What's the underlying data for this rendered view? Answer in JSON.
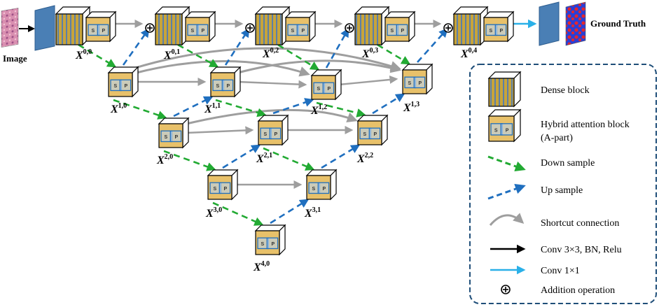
{
  "labels": {
    "image": "Image",
    "ground_truth": "Ground Truth"
  },
  "nodes": [
    {
      "id": "x00",
      "base": "X",
      "sup": "0,0",
      "type": "dense"
    },
    {
      "id": "x01",
      "base": "X",
      "sup": "0,1",
      "type": "dense"
    },
    {
      "id": "x02",
      "base": "X",
      "sup": "0,2",
      "type": "dense"
    },
    {
      "id": "x03",
      "base": "X",
      "sup": "0,3",
      "type": "dense"
    },
    {
      "id": "x04",
      "base": "X",
      "sup": "0,4",
      "type": "dense"
    },
    {
      "id": "x10",
      "base": "X",
      "sup": "1,0",
      "type": "attention"
    },
    {
      "id": "x11",
      "base": "X",
      "sup": "1,1",
      "type": "attention"
    },
    {
      "id": "x12",
      "base": "X",
      "sup": "1,2",
      "type": "attention"
    },
    {
      "id": "x13",
      "base": "X",
      "sup": "1,3",
      "type": "attention"
    },
    {
      "id": "x20",
      "base": "X",
      "sup": "2,0",
      "type": "attention"
    },
    {
      "id": "x21",
      "base": "X",
      "sup": "2,1",
      "type": "attention"
    },
    {
      "id": "x22",
      "base": "X",
      "sup": "2,2",
      "type": "attention"
    },
    {
      "id": "x30",
      "base": "X",
      "sup": "3,0",
      "type": "attention"
    },
    {
      "id": "x31",
      "base": "X",
      "sup": "3,1",
      "type": "attention"
    },
    {
      "id": "x40",
      "base": "X",
      "sup": "4,0",
      "type": "attention"
    }
  ],
  "legend": {
    "dense_block": "Dense block",
    "hybrid_line1": "Hybrid attention block",
    "hybrid_line2": "(A-part)",
    "down_sample": "Down sample",
    "up_sample": "Up sample",
    "shortcut": "Shortcut connection",
    "conv3": "Conv 3×3, BN, Relu",
    "conv1": "Conv 1×1",
    "addition": "Addition operation"
  },
  "attention_letters": {
    "s": "S",
    "p": "P"
  },
  "colors": {
    "down": "#22aa33",
    "up": "#1f6fbf",
    "shortcut": "#9e9e9e",
    "conv3": "#000000",
    "conv1": "#2ab0e8",
    "dense_fill": "#c8a43a",
    "attention_fill": "#e8c16a",
    "legend_border": "#1f4e79"
  }
}
